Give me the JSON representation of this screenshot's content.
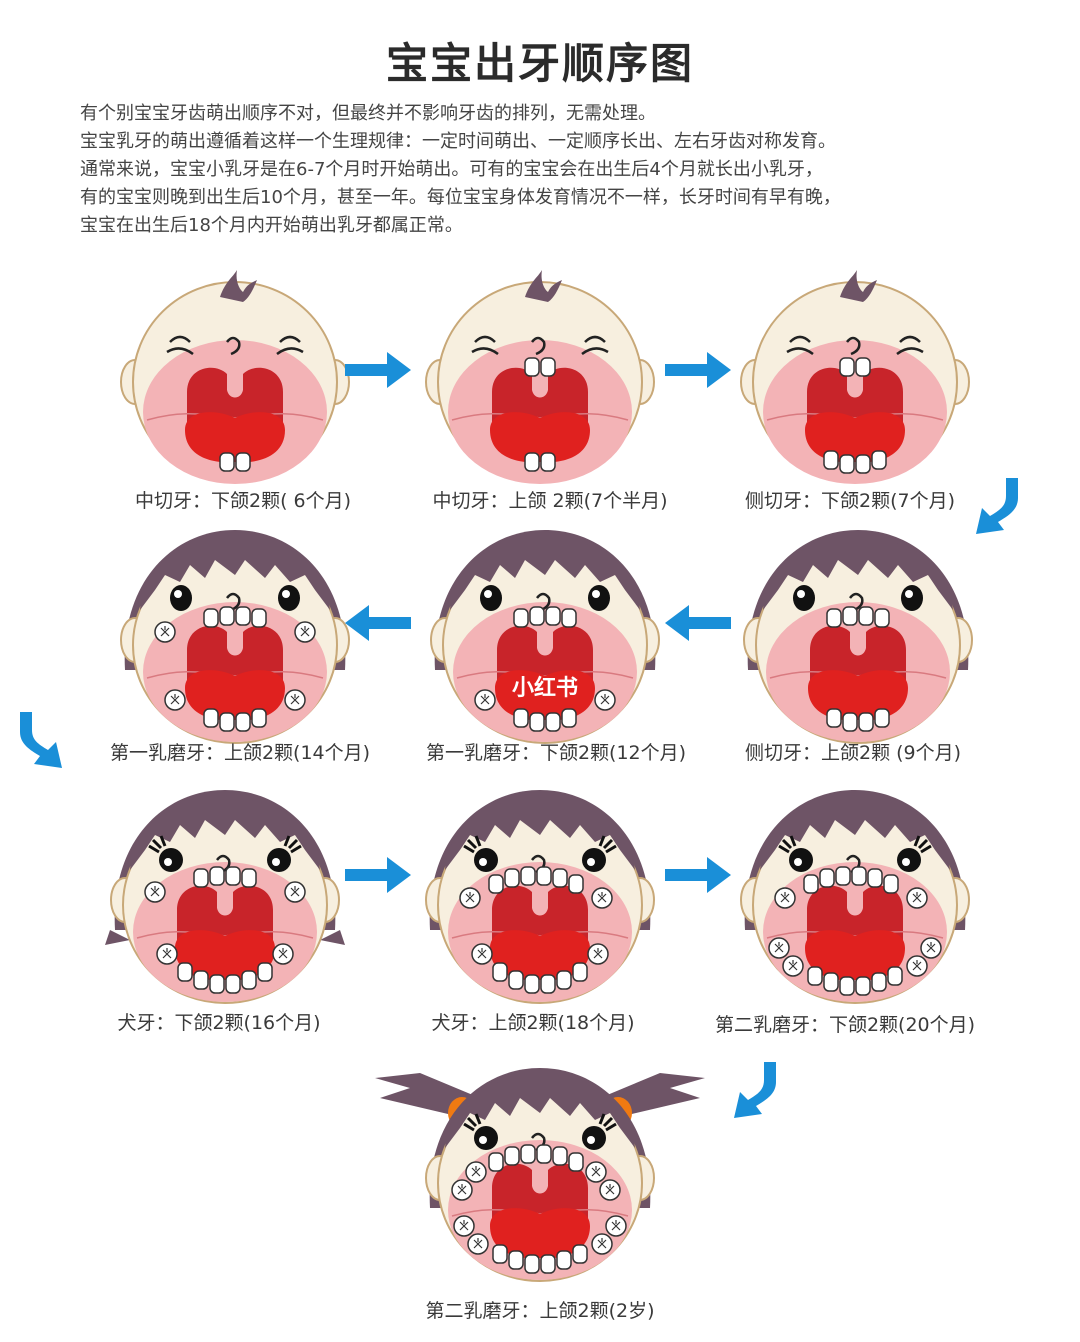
{
  "title": "宝宝出牙顺序图",
  "intro": [
    "有个别宝宝牙齿萌出顺序不对，但最终并不影响牙齿的排列，无需处理。",
    "宝宝乳牙的萌出遵循着这样一个生理规律：一定时间萌出、一定顺序长出、左右牙齿对称发育。",
    "通常来说，宝宝小乳牙是在6-7个月时开始萌出。可有的宝宝会在出生后4个月就长出小乳牙，",
    "有的宝宝则晚到出生后10个月，甚至一年。每位宝宝身体发育情况不一样，长牙时间有早有晚，",
    "宝宝在出生后18个月内开始萌出乳牙都属正常。"
  ],
  "colors": {
    "arrow": "#1a8fd8",
    "face": "#f7efdf",
    "face_outline": "#c8a878",
    "hair": "#6e5466",
    "mouth_outer": "#f3b3b6",
    "mouth_inner": "#e98d92",
    "tongue_upper": "#c8242a",
    "tongue_lower": "#e0211f",
    "hair_tie": "#f07a12",
    "watermark": "#ffffff"
  },
  "watermark": "小红书",
  "stages": [
    {
      "step": 1,
      "label": "中切牙：下颌2颗( 6个月)"
    },
    {
      "step": 2,
      "label": "中切牙：上颌 2颗(7个半月)"
    },
    {
      "step": 3,
      "label": "侧切牙：下颌2颗(7个月)"
    },
    {
      "step": 4,
      "label": "侧切牙：上颌2颗 (9个月)"
    },
    {
      "step": 5,
      "label": "第一乳磨牙：下颌2颗(12个月)"
    },
    {
      "step": 6,
      "label": "第一乳磨牙：上颌2颗(14个月)"
    },
    {
      "step": 7,
      "label": "犬牙：下颌2颗(16个月)"
    },
    {
      "step": 8,
      "label": "犬牙：上颌2颗(18个月)"
    },
    {
      "step": 9,
      "label": "第二乳磨牙：下颌2颗(20个月)"
    },
    {
      "step": 10,
      "label": "第二乳磨牙：上颌2颗(2岁)"
    }
  ],
  "arrows": [
    {
      "from": 1,
      "to": 2,
      "direction": "right"
    },
    {
      "from": 2,
      "to": 3,
      "direction": "right"
    },
    {
      "from": 3,
      "to": 4,
      "direction": "down-left"
    },
    {
      "from": 4,
      "to": 5,
      "direction": "left"
    },
    {
      "from": 5,
      "to": 6,
      "direction": "left"
    },
    {
      "from": 6,
      "to": 7,
      "direction": "down-right"
    },
    {
      "from": 7,
      "to": 8,
      "direction": "right"
    },
    {
      "from": 8,
      "to": 9,
      "direction": "right"
    },
    {
      "from": 9,
      "to": 10,
      "direction": "down-left"
    }
  ]
}
